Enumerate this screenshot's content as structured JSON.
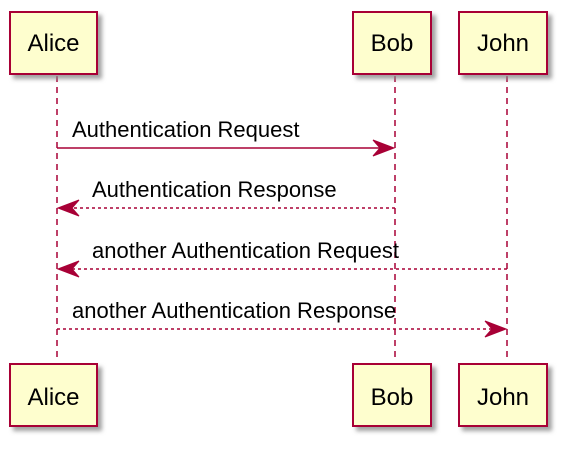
{
  "participants": [
    {
      "name": "Alice"
    },
    {
      "name": "Bob"
    },
    {
      "name": "John"
    }
  ],
  "messages": [
    {
      "from": "Alice",
      "to": "Bob",
      "label": "Authentication Request",
      "style": "solid"
    },
    {
      "from": "Bob",
      "to": "Alice",
      "label": "Authentication Response",
      "style": "dashed"
    },
    {
      "from": "John",
      "to": "Alice",
      "label": "another Authentication Request",
      "style": "dashed"
    },
    {
      "from": "Alice",
      "to": "John",
      "label": "another Authentication Response",
      "style": "dashed"
    }
  ],
  "colors": {
    "box_fill": "#FEFECE",
    "border": "#A80036",
    "shadow": "#9a9a9a",
    "text": "#000000"
  }
}
